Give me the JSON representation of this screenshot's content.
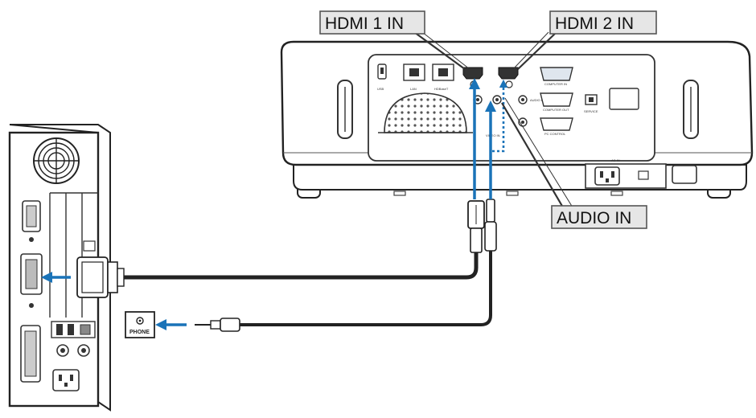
{
  "labels": {
    "hdmi1": "HDMI 1 IN",
    "hdmi2": "HDMI 2 IN",
    "audio_in": "AUDIO IN",
    "phone": "PHONE"
  },
  "colors": {
    "arrow": "#1a73b8",
    "cable": "#222222",
    "callout_fill": "#e6e6e6",
    "callout_stroke": "#555555"
  }
}
